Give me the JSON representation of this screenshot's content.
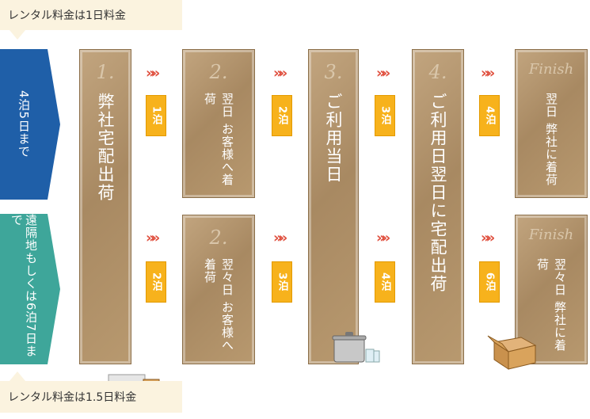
{
  "notes": {
    "top": "レンタル料金は1日料金",
    "bottom": "レンタル料金は1.5日料金"
  },
  "rows": {
    "row1": "4泊5日まで",
    "row2": "遠隔地もしくは6泊7日まで"
  },
  "steps": {
    "s1": {
      "num": "1.",
      "label": "弊社宅配出荷"
    },
    "s2a": {
      "num": "2.",
      "label": "翌日 お客様へ着荷"
    },
    "s2b": {
      "num": "2.",
      "label": "翌々日 お客様へ着荷"
    },
    "s3": {
      "num": "3.",
      "label": "ご利用当日"
    },
    "s4": {
      "num": "4.",
      "label": "ご利用日翌日に宅配出荷"
    },
    "f1": {
      "num": "Finish",
      "label": "翌日 弊社に着荷"
    },
    "f2": {
      "num": "Finish",
      "label": "翌々日 弊社に着荷"
    }
  },
  "badges": {
    "r1": [
      "1泊",
      "2泊",
      "3泊",
      "4泊"
    ],
    "r2": [
      "2泊",
      "3泊",
      "4泊",
      "6泊"
    ]
  },
  "chevron": "»»"
}
